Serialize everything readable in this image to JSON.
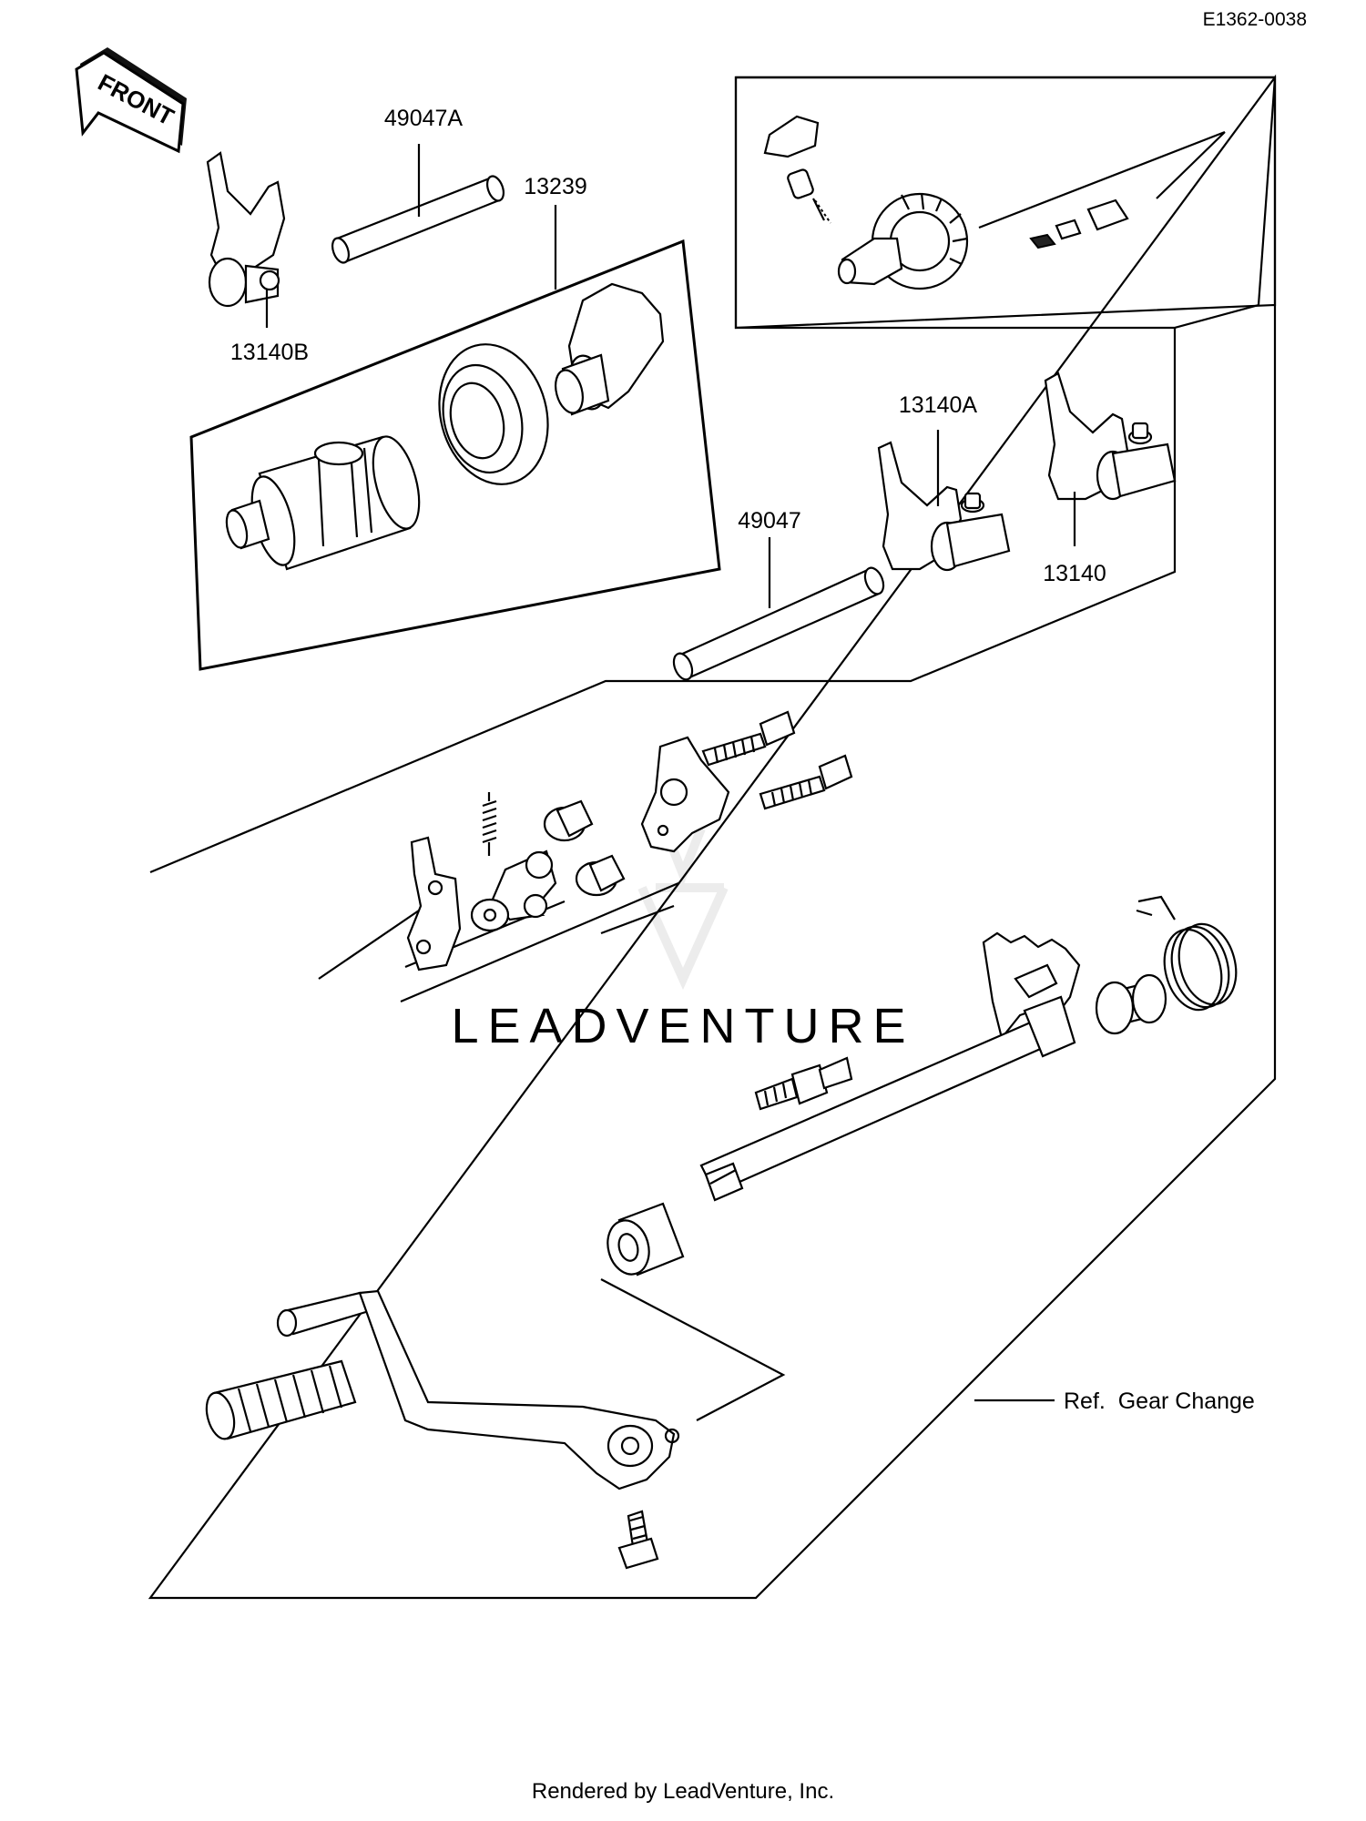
{
  "diagram_code": "E1362-0038",
  "front_arrow_label": "FRONT",
  "parts": [
    {
      "id": "49047A"
    },
    {
      "id": "13239"
    },
    {
      "id": "13140B"
    },
    {
      "id": "13140A"
    },
    {
      "id": "13140"
    },
    {
      "id": "49047"
    }
  ],
  "reference_note": "Ref.  Gear Change",
  "watermark": "LEADVENTURE",
  "footer": "Rendered by LeadVenture, Inc."
}
